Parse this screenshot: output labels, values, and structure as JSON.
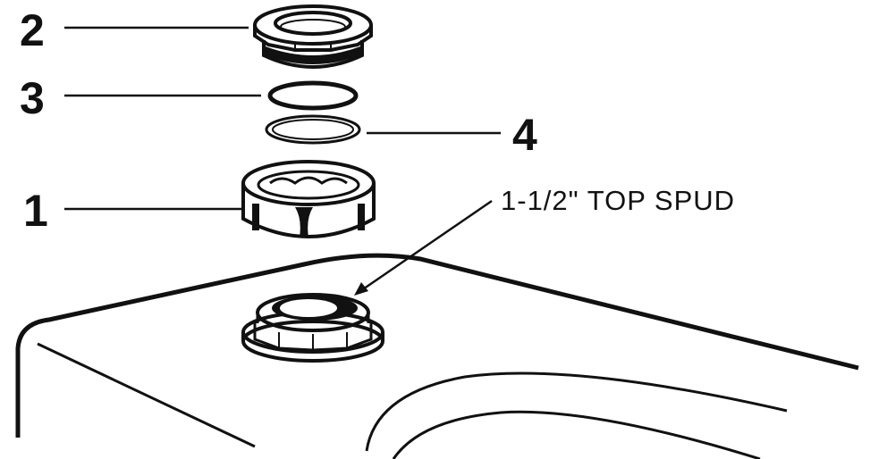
{
  "callouts": {
    "part_2": "2",
    "part_3": "3",
    "part_4": "4",
    "part_1": "1",
    "spud_label": "1-1/2\" TOP SPUD"
  },
  "colors": {
    "line": "#111111",
    "background": "#ffffff"
  }
}
